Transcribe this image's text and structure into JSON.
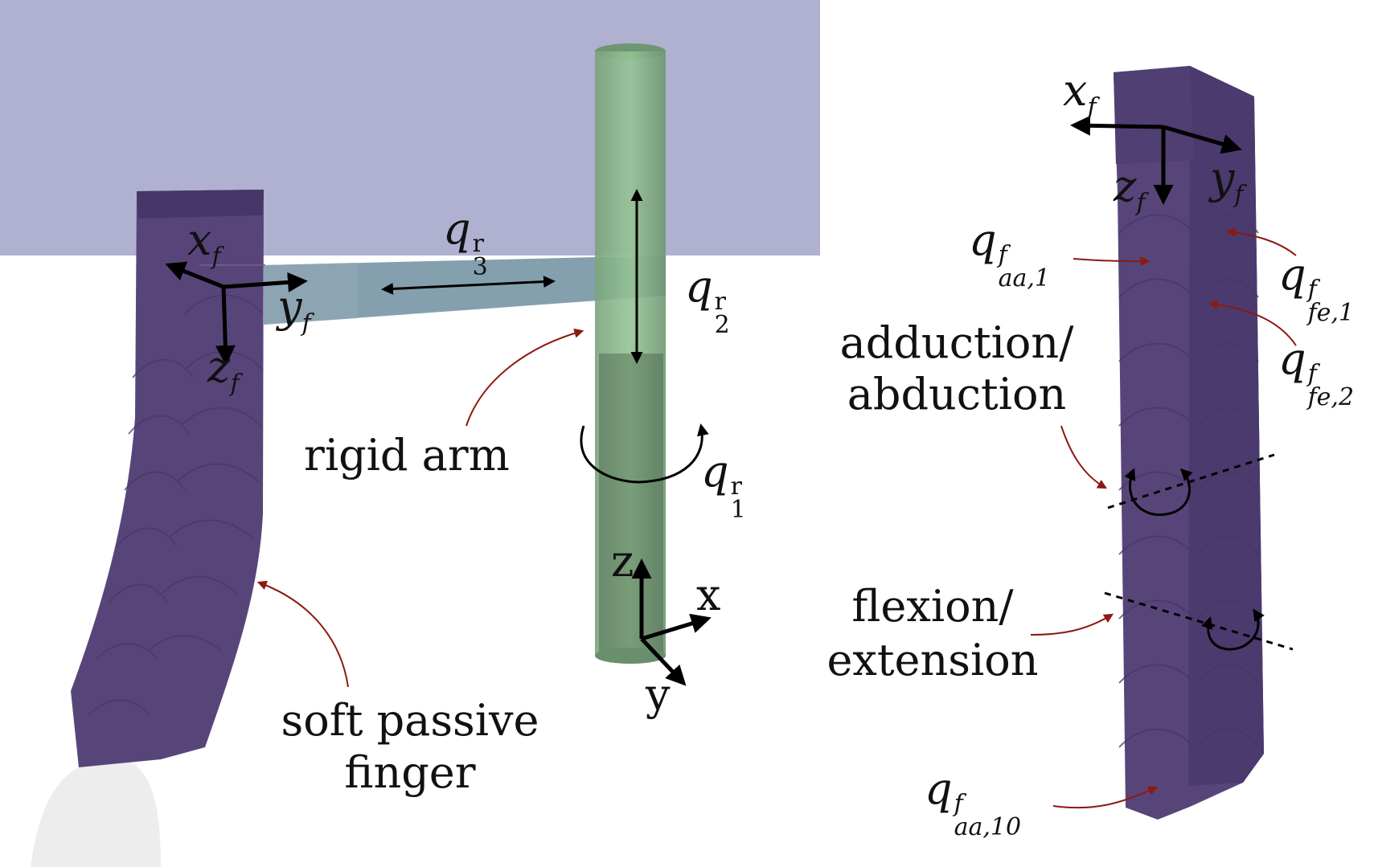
{
  "left": {
    "frame": {
      "x": "x",
      "y": "y",
      "z": "z",
      "sub": "f"
    },
    "joints": {
      "q": "q",
      "r": "r",
      "q3_index": "3",
      "q2_index": "2",
      "q1_index": "1"
    },
    "captions": {
      "rigid_arm": "rigid arm",
      "soft_line1": "soft passive",
      "soft_line2": "finger"
    },
    "world_axes": {
      "z": "z",
      "x": "x",
      "y": "y"
    }
  },
  "right": {
    "frame": {
      "x": "x",
      "y": "y",
      "z": "z",
      "sub": "f"
    },
    "joints": {
      "q": "q",
      "sup": "f",
      "aa1": "aa,1",
      "fe1": "fe,1",
      "fe2": "fe,2",
      "aa10": "aa,10"
    },
    "captions": {
      "adduction_line1": "adduction/",
      "adduction_line2": "abduction",
      "flexion_line1": "flexion/",
      "flexion_line2": "extension"
    }
  },
  "colors": {
    "table": "#b0b0d0",
    "finger": "#57457a",
    "finger_dark": "#463768",
    "arm": "#6f8fa0",
    "cylinder": "#7da57f",
    "annotation_arrow": "#8b1a10",
    "floor_blob": "#ededed"
  }
}
